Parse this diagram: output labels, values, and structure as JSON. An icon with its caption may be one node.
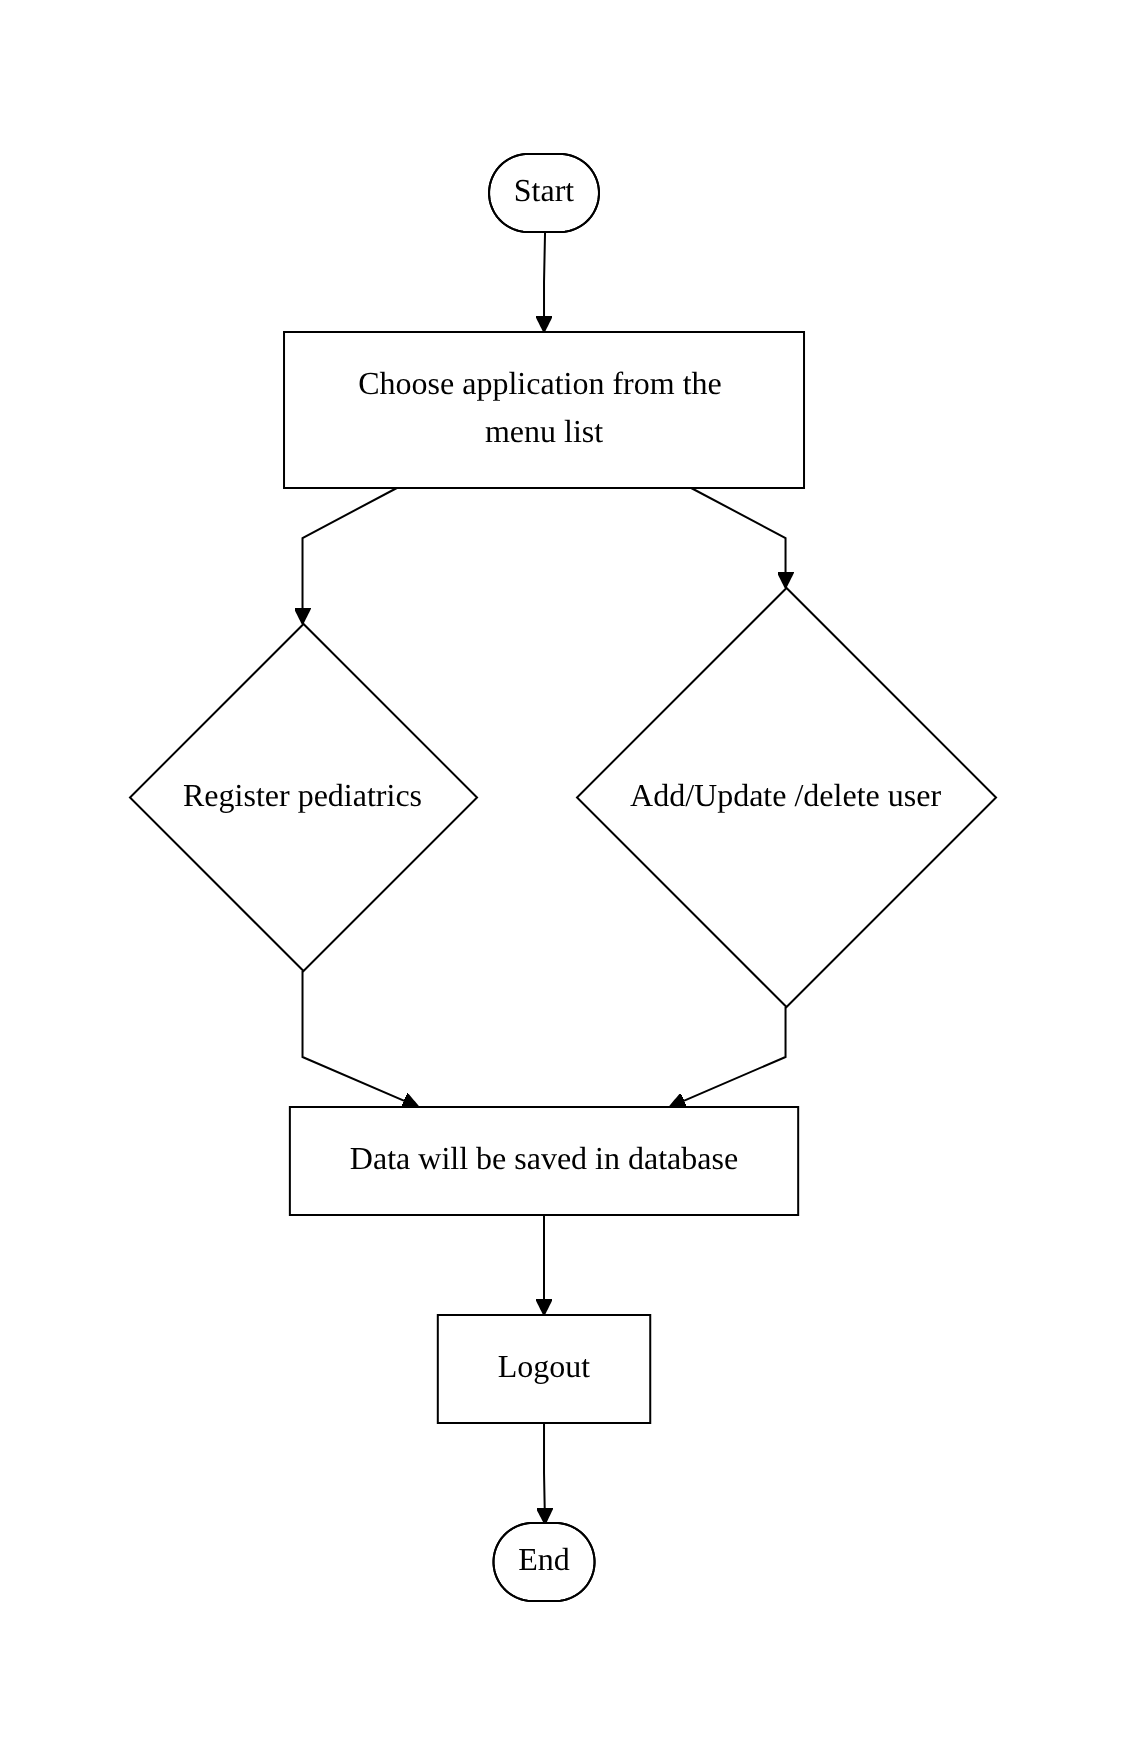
{
  "diagram": {
    "nodes": [
      {
        "text": [
          "Start"
        ]
      },
      {
        "text": [
          "Choose application from the menu list"
        ]
      },
      {
        "text": [
          "Add/Update /delete user"
        ]
      },
      {
        "text": [
          "Register pediatrics"
        ]
      },
      {
        "text": [
          "Data will be saved in database"
        ]
      },
      {
        "text": [
          "Logout"
        ]
      },
      {
        "text": [
          "End"
        ]
      }
    ],
    "edges": [
      {
        "from": 0,
        "to": 1,
        "arrow": "to"
      },
      {
        "from": 1,
        "to": 2,
        "arrow": "to"
      },
      {
        "from": 1,
        "to": 3,
        "arrow": "to"
      },
      {
        "from": 3,
        "to": 4,
        "arrow": "to"
      },
      {
        "from": 2,
        "to": 4,
        "arrow": "to"
      },
      {
        "from": 4,
        "to": 5,
        "arrow": "to"
      },
      {
        "from": 5,
        "to": 6,
        "arrow": "to"
      }
    ]
  }
}
